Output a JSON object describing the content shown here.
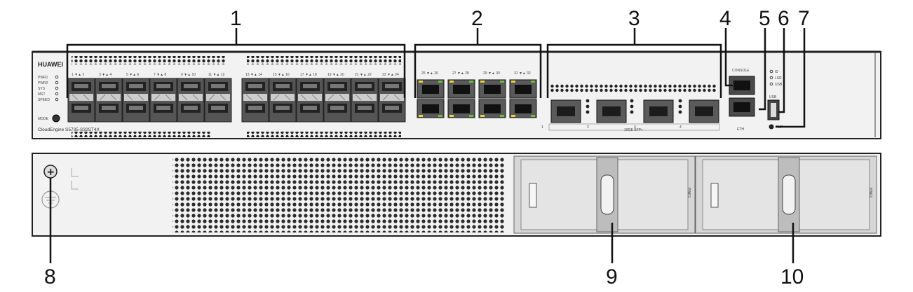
{
  "device": {
    "brand": "HUAWEI",
    "model": "CloudEngine S5735-S32ST4X",
    "mode_label": "MODE",
    "console_label": "CONSOLE",
    "eth_label": "ETH",
    "pnp_label": "PNP",
    "usb_label": "USB",
    "uplink_label": "10GE SFP+",
    "power_slots": [
      "PWR1",
      "PWR2"
    ],
    "status_leds": [
      "PWR1",
      "PWR2",
      "SYS",
      "MST",
      "SPEED"
    ],
    "mgmt_leds": [
      "ID",
      "LSR",
      "USB"
    ],
    "sfp_pair_labels": [
      "1 ▼▲ 2",
      "3 ▼▲ 4",
      "5 ▼▲ 6",
      "7 ▼▲ 8",
      "9 ▼▲ 10",
      "11 ▼▲ 12",
      "13 ▼▲ 14",
      "15 ▼▲ 16",
      "17 ▼▲ 18",
      "19 ▼▲ 20",
      "21 ▼▲ 22",
      "23 ▼▲ 24"
    ],
    "rj45_pair_labels": [
      "25 ▼▲ 26",
      "27 ▼▲ 28",
      "29 ▼▲ 30",
      "31 ▼▲ 32"
    ],
    "uplink_port_labels": [
      "1",
      "2",
      "3",
      "4"
    ]
  },
  "callouts": [
    "1",
    "2",
    "3",
    "4",
    "5",
    "6",
    "7",
    "8",
    "9",
    "10"
  ]
}
